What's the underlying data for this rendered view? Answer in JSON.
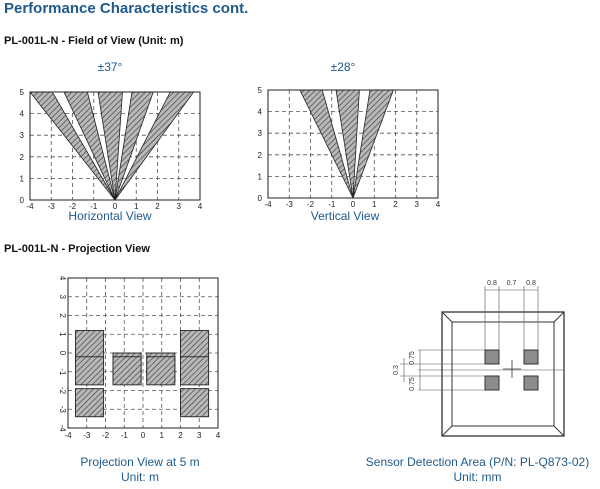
{
  "page": {
    "title": "Performance Characteristics cont.",
    "fov_heading": "PL-001L-N - Field of View (Unit: m)",
    "projection_heading": "PL-001L-N - Projection View"
  },
  "fov": {
    "horizontal": {
      "angle_label": "±37°",
      "caption": "Horizontal View"
    },
    "vertical": {
      "angle_label": "±28°",
      "caption": "Vertical View"
    },
    "x_ticks": [
      "-4",
      "-3",
      "-2",
      "-1",
      "0",
      "1",
      "2",
      "3",
      "4"
    ],
    "y_ticks": [
      "0",
      "1",
      "2",
      "3",
      "4",
      "5"
    ],
    "horizontal_beams": [
      [
        -4,
        -2.95
      ],
      [
        -2.4,
        -1.3
      ],
      [
        -0.8,
        0.35
      ],
      [
        0.8,
        1.8
      ],
      [
        2.6,
        3.7
      ]
    ],
    "vertical_beams": [
      [
        -2.5,
        -1.45
      ],
      [
        -0.8,
        0.3
      ],
      [
        0.8,
        1.9
      ]
    ]
  },
  "projection": {
    "caption_line1": "Projection View at 5 m",
    "caption_line2": "Unit: m",
    "x_ticks": [
      "-4",
      "-3",
      "-2",
      "-1",
      "0",
      "1",
      "2",
      "3",
      "4"
    ],
    "y_ticks": [
      "4",
      "3",
      "2",
      "1",
      "0",
      "-1",
      "-2",
      "-3",
      "-4"
    ],
    "zones": [
      [
        -3.6,
        1.2
      ],
      [
        2.0,
        1.2
      ],
      [
        -1.6,
        0.0
      ],
      [
        0.2,
        0.0
      ],
      [
        -3.6,
        -0.2
      ],
      [
        -1.6,
        -0.2
      ],
      [
        0.2,
        -0.2
      ],
      [
        2.0,
        -0.2
      ],
      [
        -3.6,
        -1.9
      ],
      [
        2.0,
        -1.9
      ]
    ]
  },
  "sensor": {
    "caption_line1": "Sensor Detection Area (P/N: PL-Q873-02)",
    "caption_line2": "Unit: mm",
    "dim_top": [
      "0.8",
      "0.7",
      "0.8"
    ],
    "dim_left": [
      "0.3",
      "0.75",
      "0.75"
    ]
  },
  "colors": {
    "accent": "#1f5a8c",
    "grid": "#555555",
    "hatch": "#333333"
  }
}
